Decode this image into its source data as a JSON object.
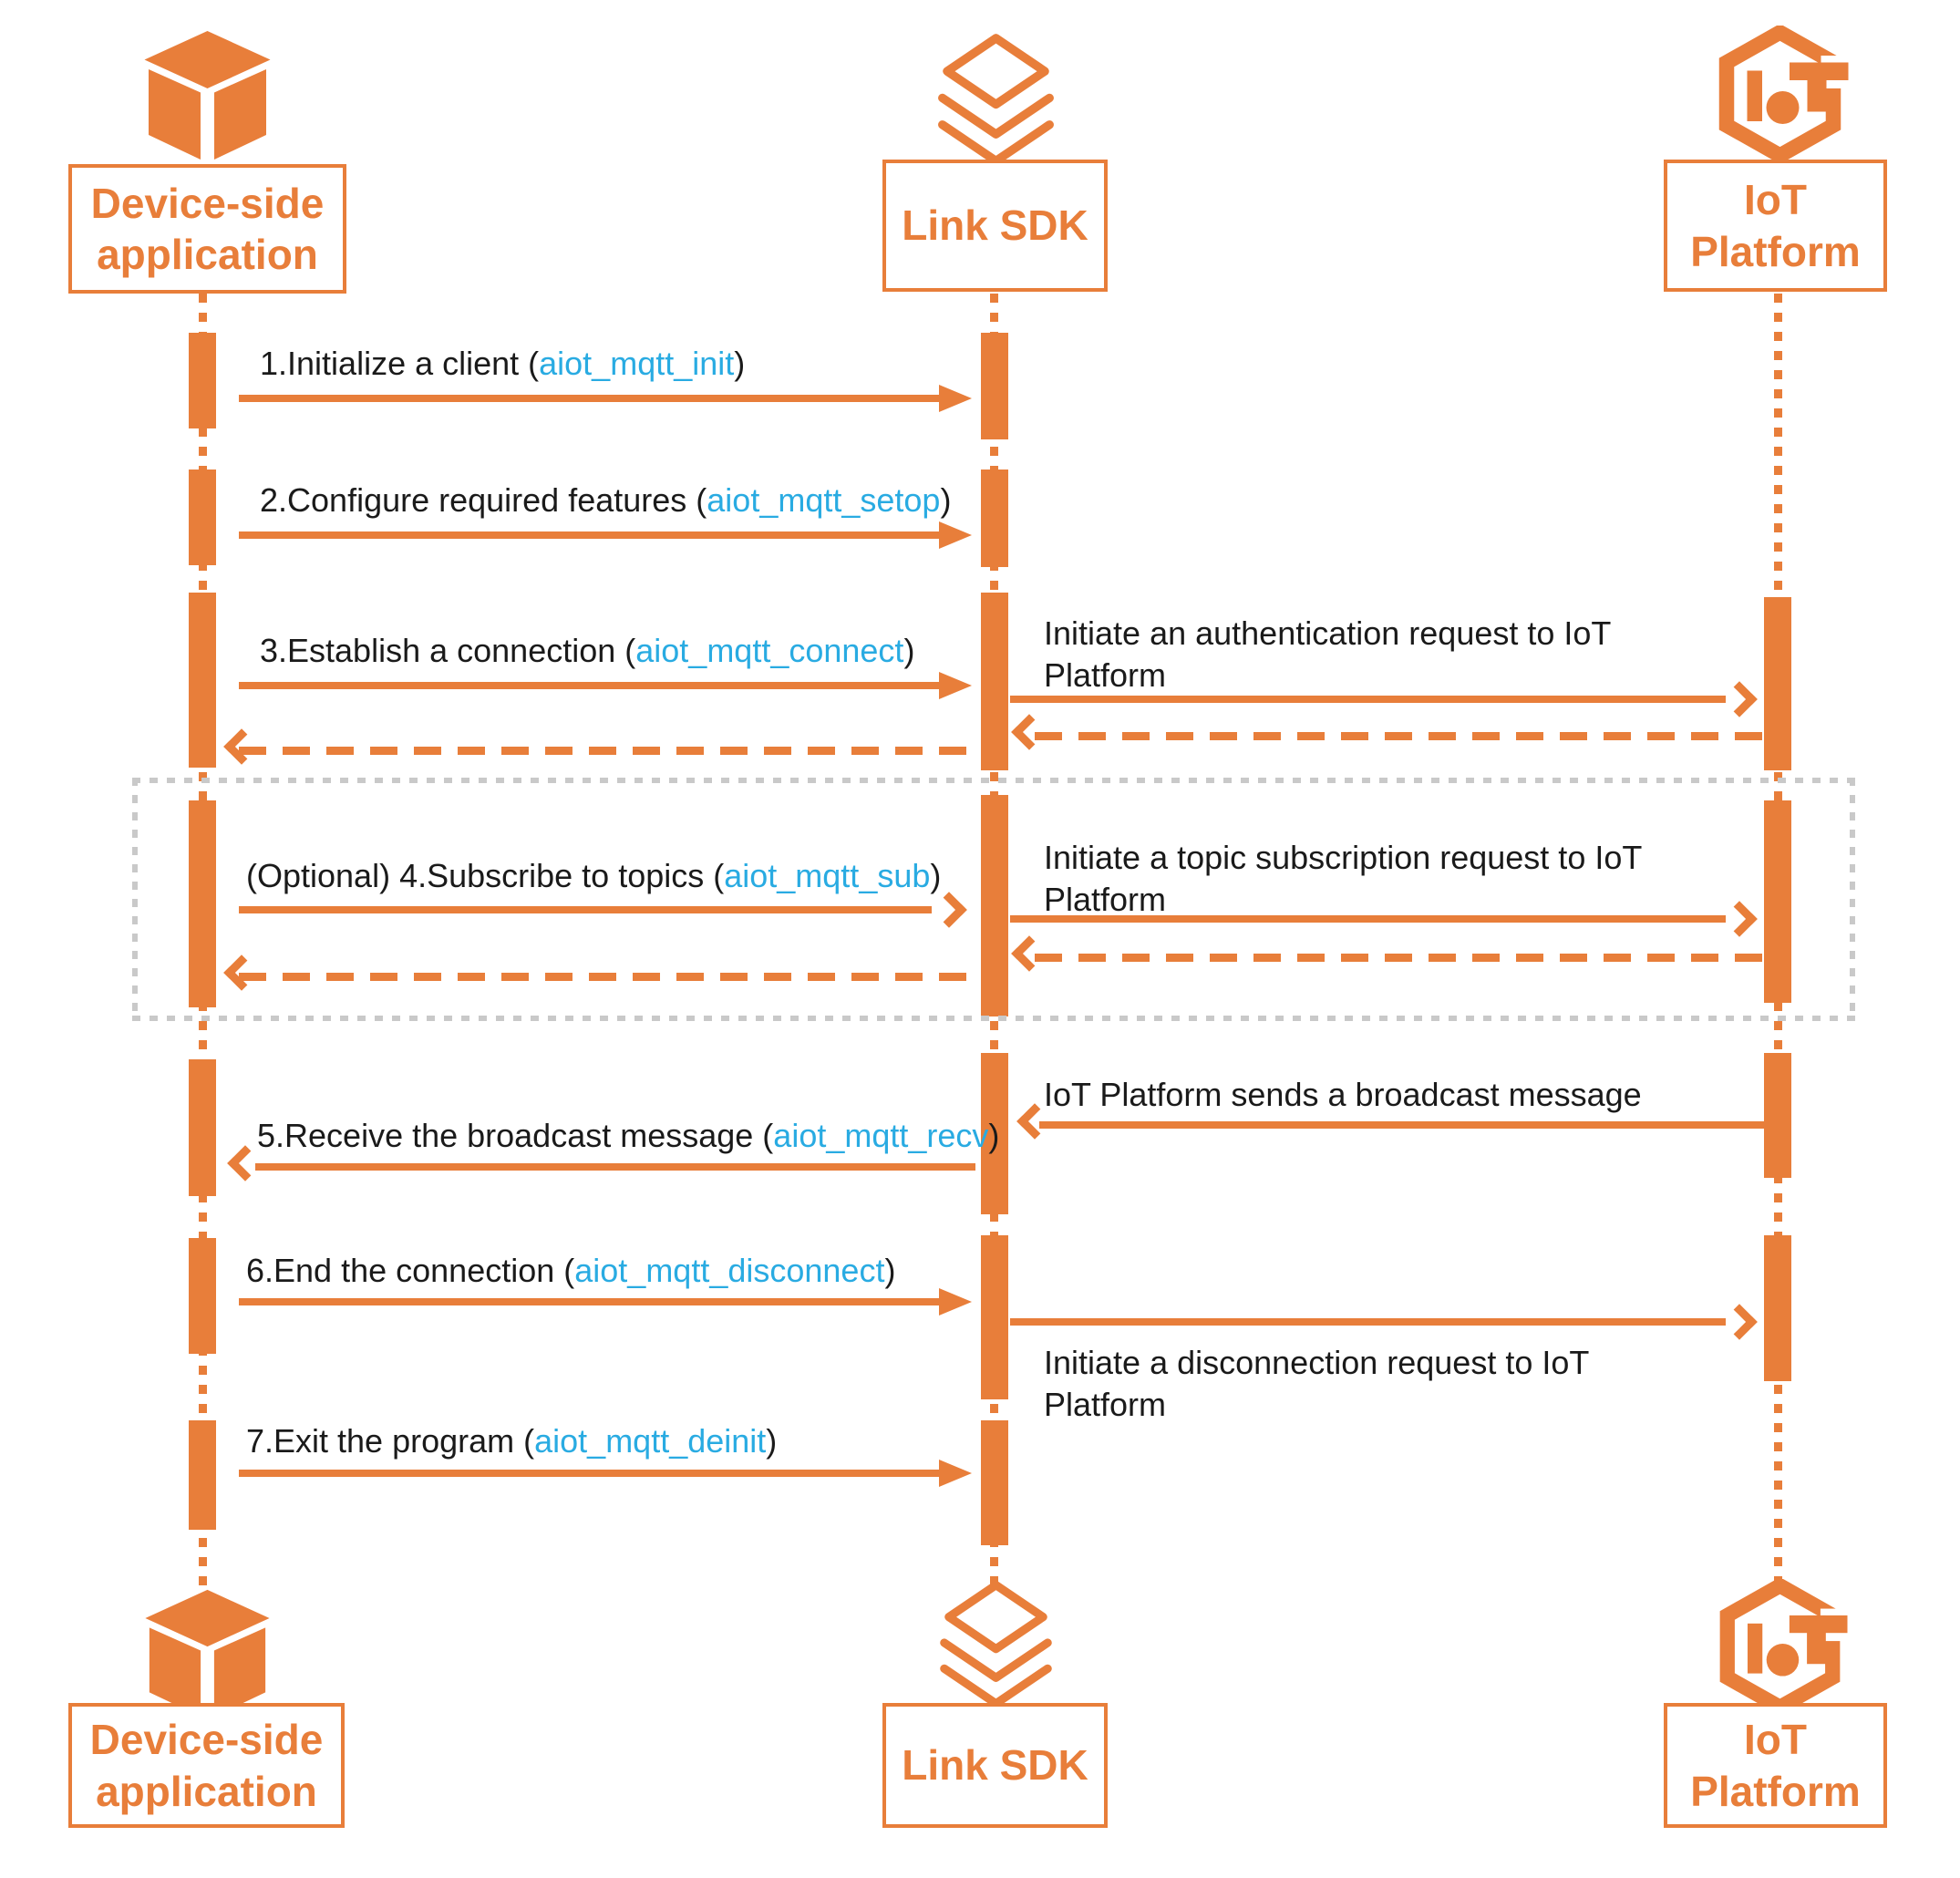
{
  "colors": {
    "orange": "#E87E3A",
    "link_blue": "#29ABE2",
    "text": "#1a1a1a",
    "optional_border": "#c9c9c9"
  },
  "actors": {
    "device": {
      "line1": "Device-side",
      "line2": "application",
      "icon": "cube-icon"
    },
    "sdk": {
      "label": "Link SDK",
      "icon": "layers-icon"
    },
    "iot": {
      "line1": "IoT",
      "line2": "Platform",
      "icon": "iot-hexagon-icon"
    }
  },
  "messages": {
    "m1": {
      "prefix": "1.Initialize a client (",
      "func": "aiot_mqtt_init",
      "suffix": ")"
    },
    "m2": {
      "prefix": "2.Configure required features (",
      "func": "aiot_mqtt_setop",
      "suffix": ")"
    },
    "m3": {
      "prefix": "3.Establish a connection (",
      "func": "aiot_mqtt_connect",
      "suffix": ")"
    },
    "auth": "Initiate an authentication request to IoT Platform",
    "m4": {
      "prefix": "(Optional) 4.Subscribe to topics (",
      "func": "aiot_mqtt_sub",
      "suffix": ")"
    },
    "sub": "Initiate a topic subscription request to IoT Platform",
    "broadcast": "IoT Platform sends a broadcast message",
    "m5": {
      "prefix": "5.Receive the broadcast message (",
      "func": "aiot_mqtt_recv",
      "suffix": ")"
    },
    "m6": {
      "prefix": "6.End the connection (",
      "func": "aiot_mqtt_disconnect",
      "suffix": ")"
    },
    "disconnect": "Initiate a disconnection request to IoT Platform",
    "m7": {
      "prefix": "7.Exit the program (",
      "func": "aiot_mqtt_deinit",
      "suffix": ")"
    }
  }
}
